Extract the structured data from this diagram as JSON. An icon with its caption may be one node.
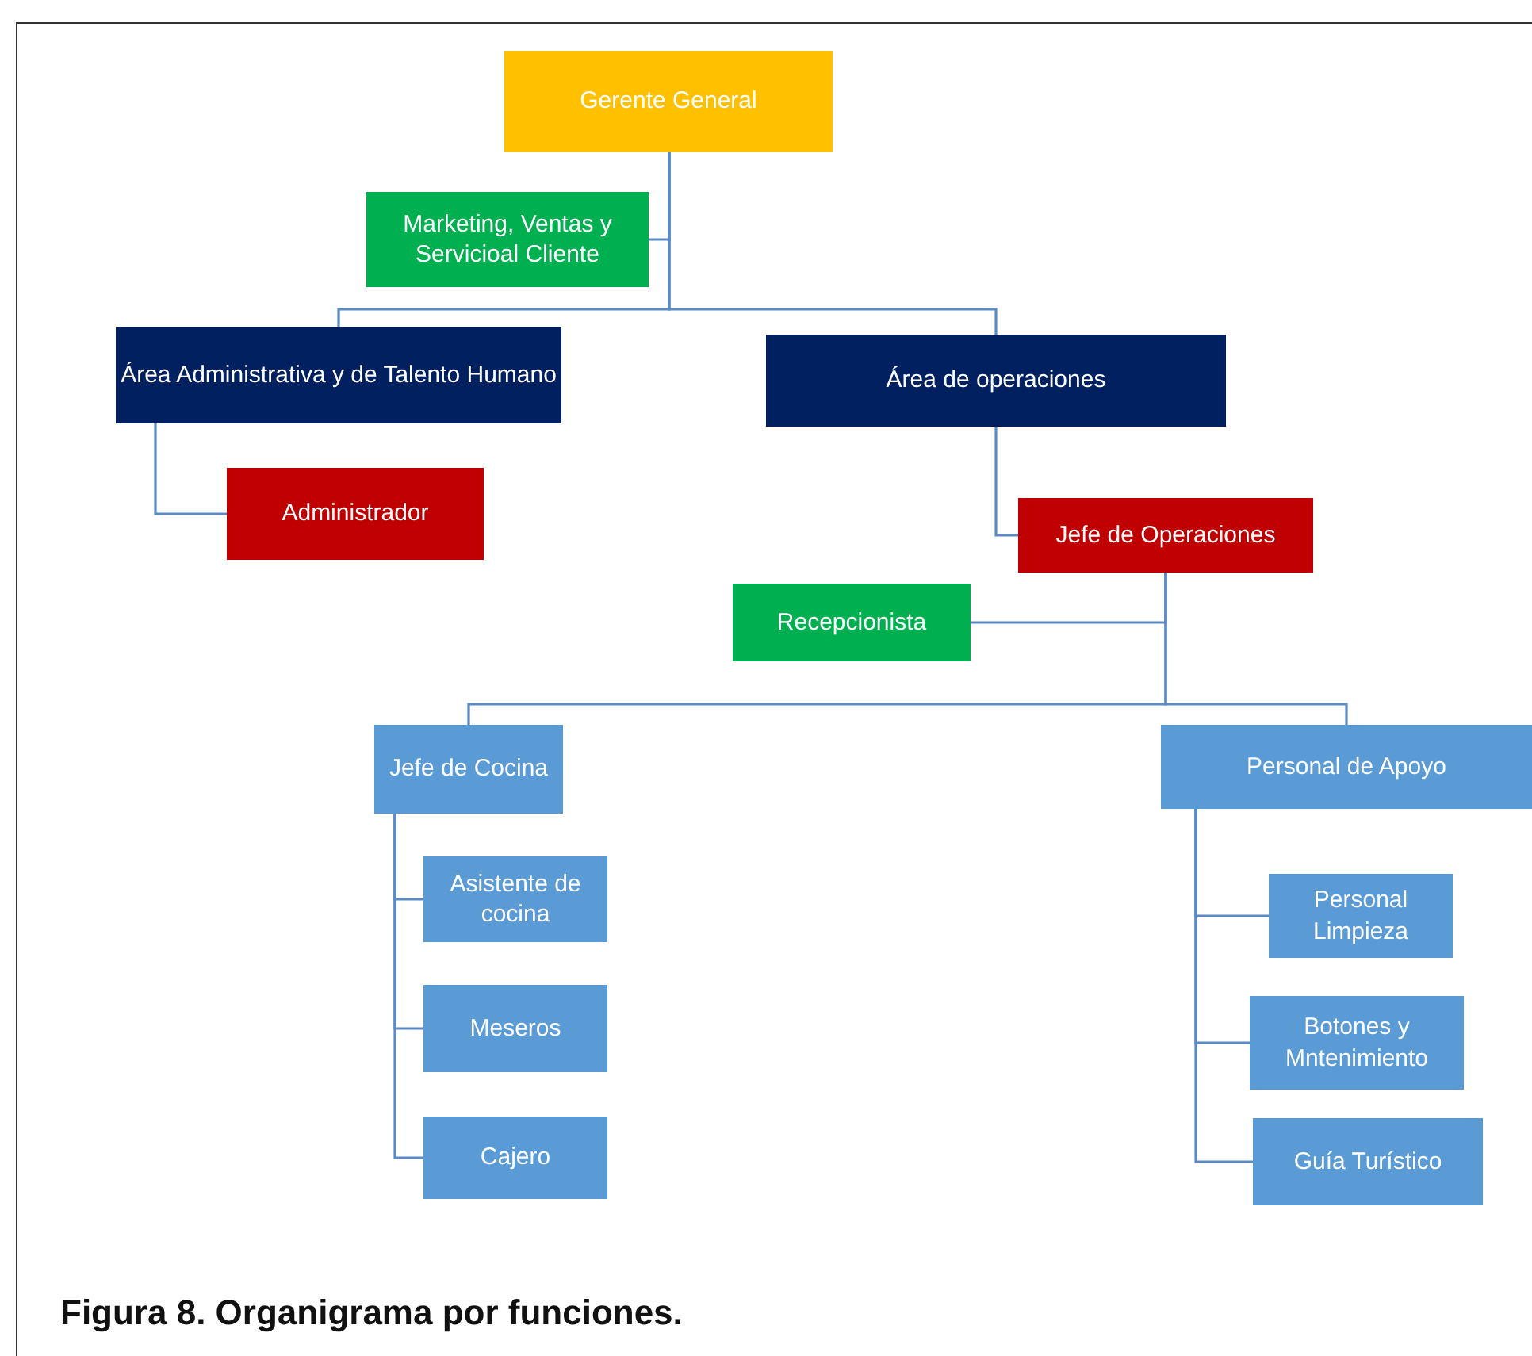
{
  "diagram": {
    "caption": "Figura  8. Organigrama por funciones.",
    "nodes": [
      {
        "text": [
          "Gerente General"
        ]
      },
      {
        "text": [
          "Marketing, Ventas y Servicioal Cliente"
        ]
      },
      {
        "text": [
          "Área Administrativa y de Talento Humano"
        ]
      },
      {
        "text": [
          "Área de operaciones"
        ]
      },
      {
        "text": [
          "Administrador"
        ]
      },
      {
        "text": [
          "Jefe de Operaciones"
        ]
      },
      {
        "text": [
          "Recepcionista"
        ]
      },
      {
        "text": [
          "Jefe de Cocina"
        ]
      },
      {
        "text": [
          "Personal de Apoyo"
        ]
      },
      {
        "text": [
          "Asistente de cocina"
        ]
      },
      {
        "text": [
          "Meseros"
        ]
      },
      {
        "text": [
          "Cajero"
        ]
      },
      {
        "text": [
          "Personal Limpieza"
        ]
      },
      {
        "text": [
          "Botones y Mntenimiento"
        ]
      },
      {
        "text": [
          "Guía Turístico"
        ]
      }
    ],
    "edges": [
      {
        "from": 0,
        "to": 1,
        "arrow": "none"
      },
      {
        "from": 0,
        "to": 2,
        "arrow": "none"
      },
      {
        "from": 0,
        "to": 3,
        "arrow": "none"
      },
      {
        "from": 2,
        "to": 4,
        "arrow": "none"
      },
      {
        "from": 3,
        "to": 5,
        "arrow": "none"
      },
      {
        "from": 5,
        "to": 6,
        "arrow": "none"
      },
      {
        "from": 5,
        "to": 7,
        "arrow": "none"
      },
      {
        "from": 5,
        "to": 8,
        "arrow": "none"
      },
      {
        "from": 7,
        "to": 9,
        "arrow": "none"
      },
      {
        "from": 7,
        "to": 10,
        "arrow": "none"
      },
      {
        "from": 7,
        "to": 11,
        "arrow": "none"
      },
      {
        "from": 8,
        "to": 12,
        "arrow": "none"
      },
      {
        "from": 8,
        "to": 13,
        "arrow": "none"
      },
      {
        "from": 8,
        "to": 14,
        "arrow": "none"
      }
    ]
  }
}
